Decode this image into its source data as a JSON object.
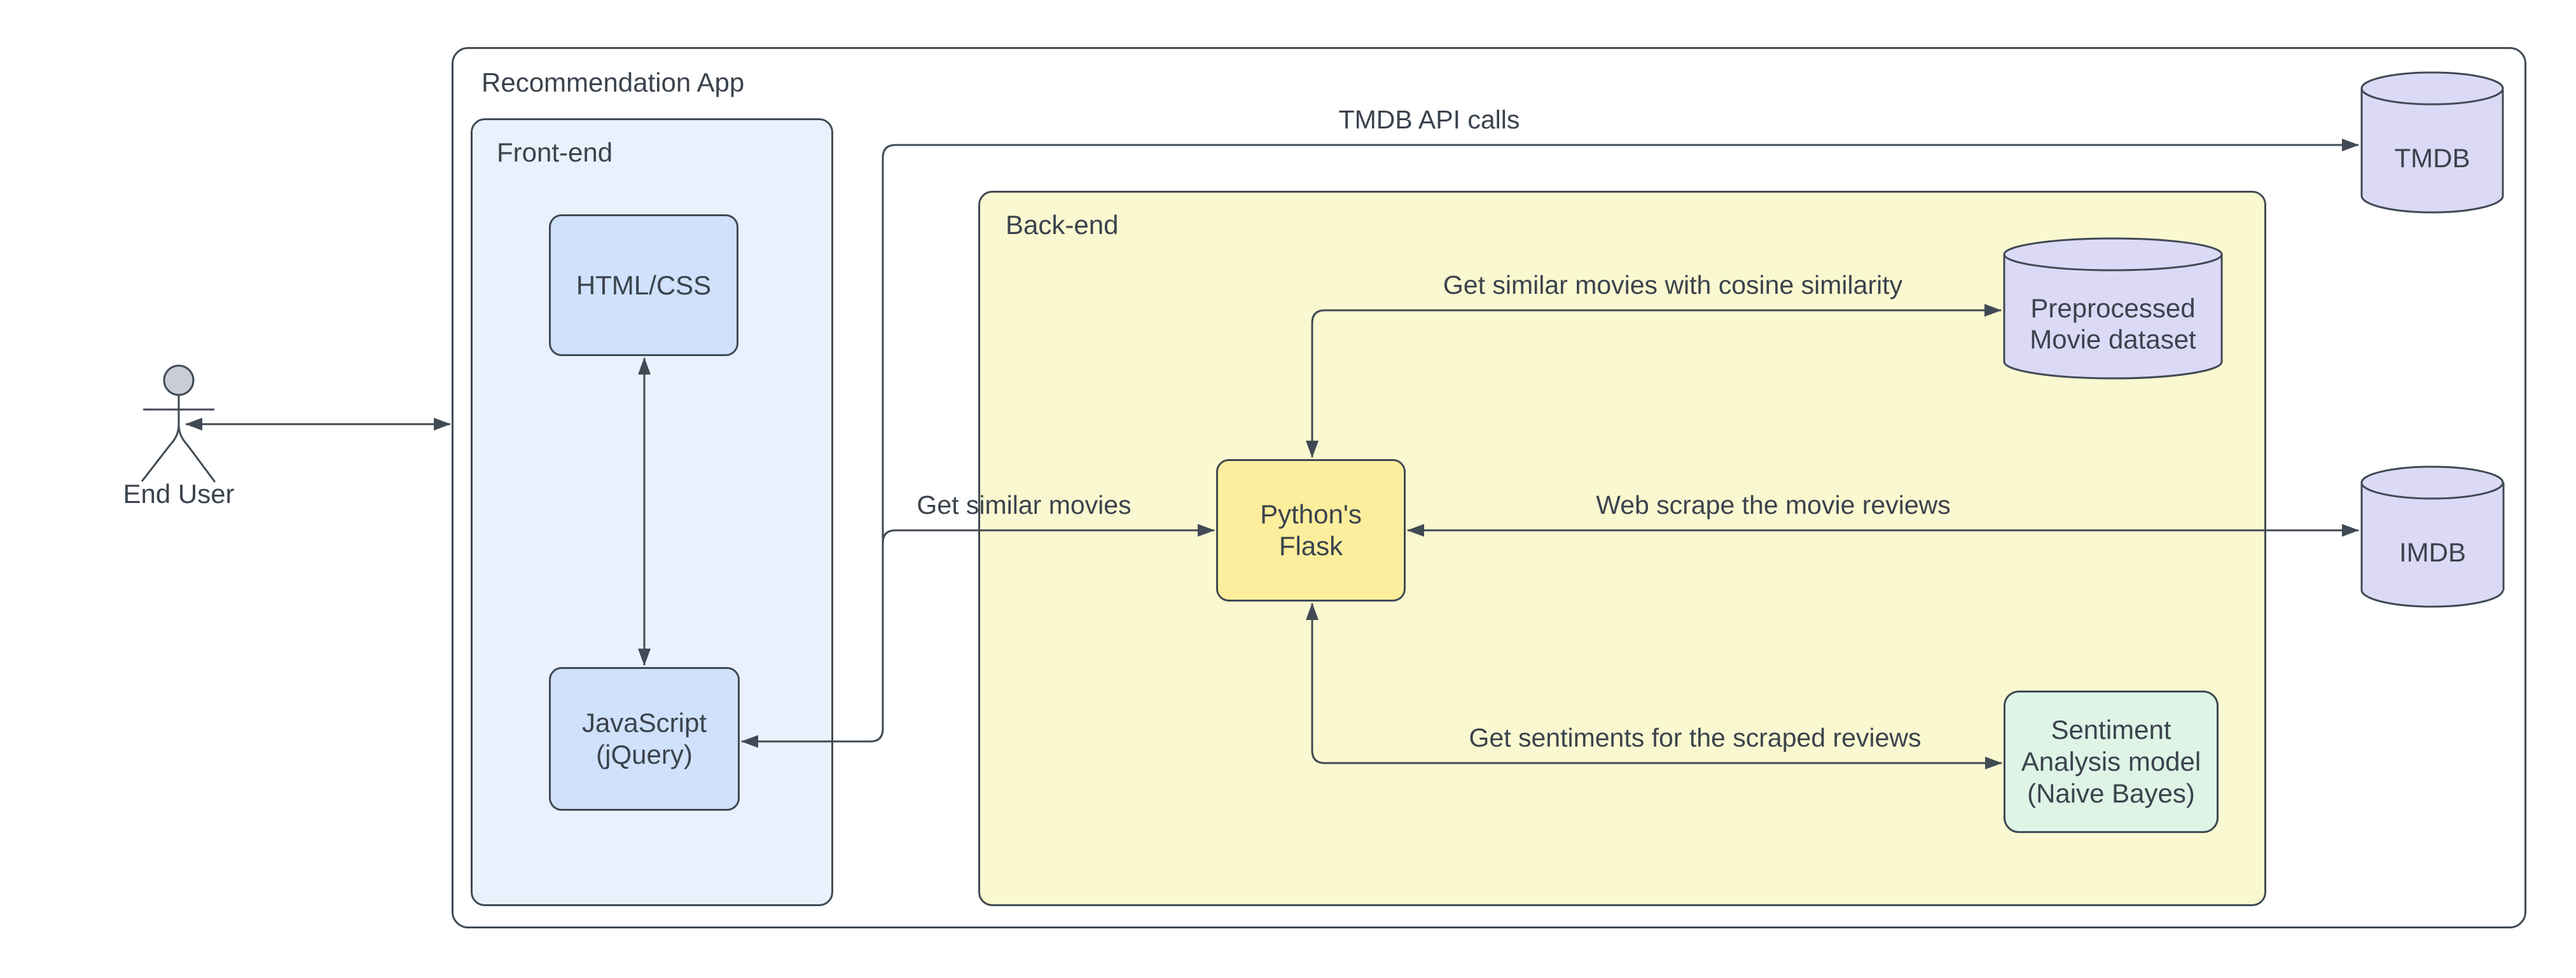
{
  "colors": {
    "canvas_bg": "#ffffff",
    "stroke": "#404a54",
    "text": "#3b434d",
    "frontend_fill": "#e9f1fd",
    "blue_node_fill": "#cfe1fb",
    "backend_fill": "#faf8d0",
    "flask_fill": "#fcee9d",
    "db_fill": "#dcd9f6",
    "sentiment_fill": "#def4e6",
    "actor_head_fill": "#c9cdd4"
  },
  "containers": {
    "app": {
      "label": "Recommendation App"
    },
    "frontend": {
      "label": "Front-end"
    },
    "backend": {
      "label": "Back-end"
    }
  },
  "nodes": {
    "htmlcss": {
      "label": "HTML/CSS"
    },
    "javascript": {
      "label": "JavaScript\n(jQuery)"
    },
    "flask": {
      "label": "Python's\nFlask"
    },
    "dataset": {
      "label": "Preprocessed\nMovie dataset"
    },
    "sentiment": {
      "label": "Sentiment\nAnalysis model\n(Naive Bayes)"
    },
    "tmdb": {
      "label": "TMDB"
    },
    "imdb": {
      "label": "IMDB"
    },
    "end_user": {
      "label": "End User"
    }
  },
  "edges": {
    "tmdb_api": {
      "label": "TMDB API calls"
    },
    "get_similar": {
      "label": "Get similar movies"
    },
    "cosine": {
      "label": "Get similar movies with cosine similarity"
    },
    "webscrape": {
      "label": "Web scrape the movie reviews"
    },
    "sentiments": {
      "label": "Get sentiments for the scraped reviews"
    }
  }
}
